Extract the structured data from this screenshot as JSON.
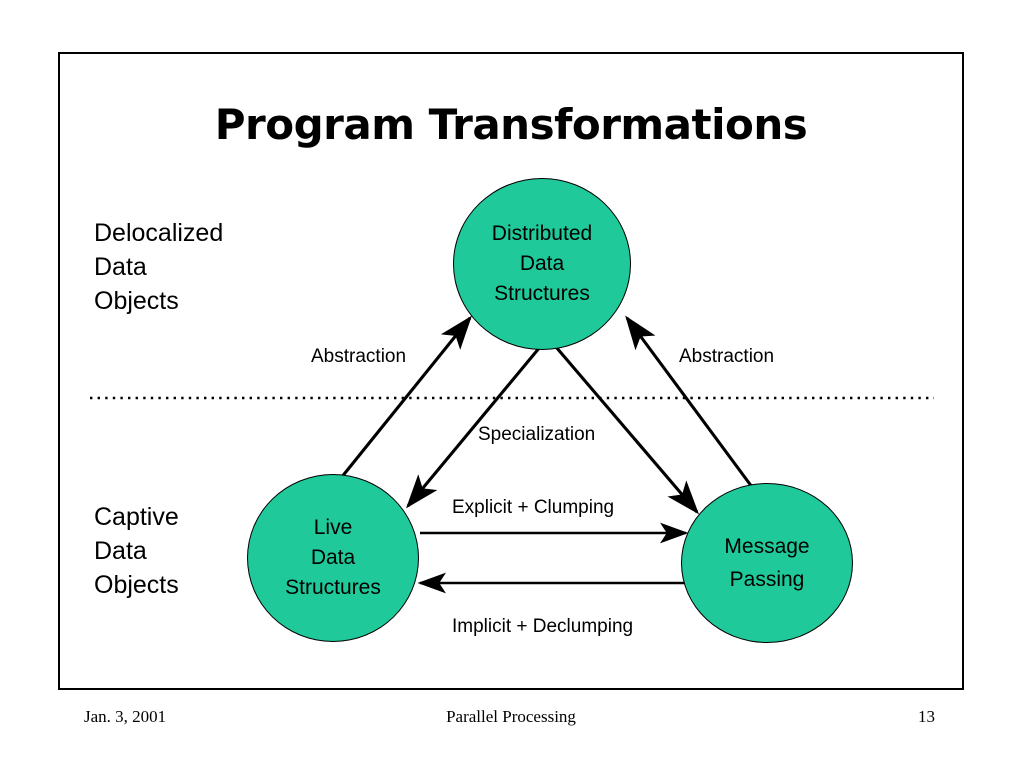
{
  "slide": {
    "title": "Program Transformations",
    "accent_color": "#1FC99A",
    "border_color": "#000000",
    "background_color": "#FFFFFF"
  },
  "side_labels": {
    "top": {
      "line1": "Delocalized",
      "line2": "Data",
      "line3": "Objects"
    },
    "bottom": {
      "line1": "Captive",
      "line2": "Data",
      "line3": "Objects"
    }
  },
  "nodes": {
    "distributed": {
      "line1": "Distributed",
      "line2": "Data",
      "line3": "Structures"
    },
    "live": {
      "line1": "Live",
      "line2": "Data",
      "line3": "Structures"
    },
    "message": {
      "line1": "Message",
      "line2": "Passing"
    }
  },
  "edge_labels": {
    "abstraction_left": "Abstraction",
    "abstraction_right": "Abstraction",
    "specialization": "Specialization",
    "explicit_clumping": "Explicit + Clumping",
    "implicit_declumping": "Implicit + Declumping"
  },
  "footer": {
    "date": "Jan. 3, 2001",
    "center": "Parallel Processing",
    "page": "13"
  }
}
